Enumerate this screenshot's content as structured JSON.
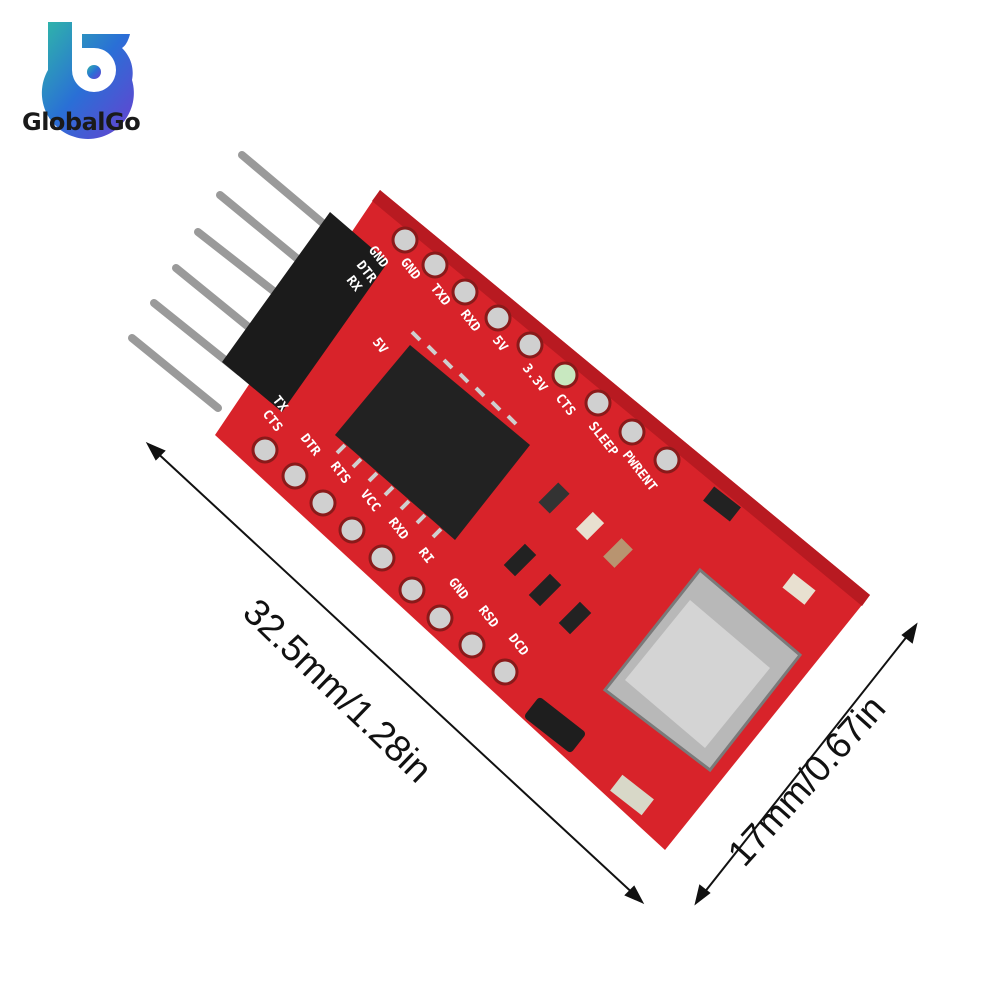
{
  "brand": {
    "name": "GlobalGo",
    "colors": {
      "logo_blue": "#2a6fd6",
      "logo_purple": "#6a3fd0",
      "logo_teal": "#2fb7a8"
    }
  },
  "dimensions": {
    "length": "32.5mm/1.28in",
    "width": "17mm/0.67in"
  },
  "board": {
    "color": "#d8232a",
    "top_row_labels": [
      "GND",
      "TXD",
      "RXD",
      "5V",
      "3.3V",
      "CTS",
      "SLEEP",
      "PWRENT"
    ],
    "bottom_row_labels": [
      "DTR",
      "RTS",
      "VCC",
      "RXD",
      "RI",
      "GND",
      "RSD",
      "DCD"
    ],
    "header_labels": [
      "GND",
      "DTR",
      "RX"
    ],
    "header_labels_2": [
      "TX",
      "CTS",
      "5V"
    ]
  }
}
